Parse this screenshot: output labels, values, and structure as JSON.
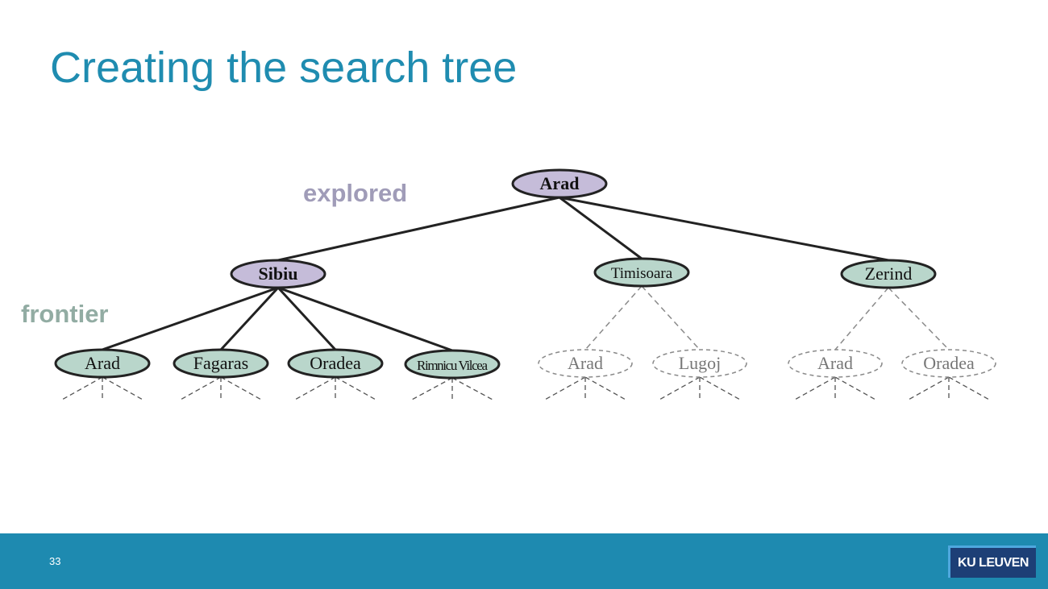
{
  "slide": {
    "title": "Creating the search tree",
    "page_number": "33",
    "logo_text": "KU LEUVEN"
  },
  "legend": {
    "explored": "explored",
    "frontier": "frontier"
  },
  "colors": {
    "title": "#1f8cb0",
    "explored_fill": "#c5bcd9",
    "frontier_fill": "#b9d6cb",
    "unexpanded_stroke": "#8a8a8a",
    "footer": "#1e8ab0",
    "logo_bg": "#1d3f76"
  },
  "tree": {
    "nodes": [
      {
        "id": "arad_root",
        "label": "Arad",
        "state": "explored"
      },
      {
        "id": "sibiu",
        "label": "Sibiu",
        "state": "explored"
      },
      {
        "id": "timisoara",
        "label": "Timisoara",
        "state": "frontier"
      },
      {
        "id": "zerind",
        "label": "Zerind",
        "state": "frontier"
      },
      {
        "id": "arad_s",
        "label": "Arad",
        "state": "frontier"
      },
      {
        "id": "fagaras",
        "label": "Fagaras",
        "state": "frontier"
      },
      {
        "id": "oradea_s",
        "label": "Oradea",
        "state": "frontier"
      },
      {
        "id": "rimnicu",
        "label": "Rimnicu Vilcea",
        "state": "frontier"
      },
      {
        "id": "arad_t",
        "label": "Arad",
        "state": "unexpanded"
      },
      {
        "id": "lugoj",
        "label": "Lugoj",
        "state": "unexpanded"
      },
      {
        "id": "arad_z",
        "label": "Arad",
        "state": "unexpanded"
      },
      {
        "id": "oradea_z",
        "label": "Oradea",
        "state": "unexpanded"
      }
    ],
    "edges": [
      {
        "from": "arad_root",
        "to": "sibiu",
        "style": "solid"
      },
      {
        "from": "arad_root",
        "to": "timisoara",
        "style": "solid"
      },
      {
        "from": "arad_root",
        "to": "zerind",
        "style": "solid"
      },
      {
        "from": "sibiu",
        "to": "arad_s",
        "style": "solid"
      },
      {
        "from": "sibiu",
        "to": "fagaras",
        "style": "solid"
      },
      {
        "from": "sibiu",
        "to": "oradea_s",
        "style": "solid"
      },
      {
        "from": "sibiu",
        "to": "rimnicu",
        "style": "solid"
      },
      {
        "from": "timisoara",
        "to": "arad_t",
        "style": "dashed"
      },
      {
        "from": "timisoara",
        "to": "lugoj",
        "style": "dashed"
      },
      {
        "from": "zerind",
        "to": "arad_z",
        "style": "dashed"
      },
      {
        "from": "zerind",
        "to": "oradea_z",
        "style": "dashed"
      }
    ]
  }
}
